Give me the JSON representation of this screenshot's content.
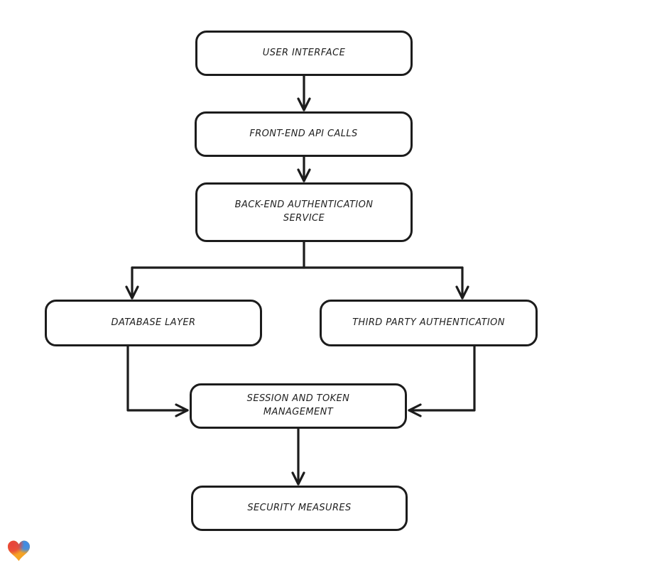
{
  "diagram": {
    "nodes": [
      {
        "id": "user-interface",
        "label": "USER INTERFACE"
      },
      {
        "id": "front-end-api-calls",
        "label": "FRONT-END API CALLS"
      },
      {
        "id": "back-end-authentication-service",
        "label": "BACK-END AUTHENTICATION\nSERVICE"
      },
      {
        "id": "database-layer",
        "label": "DATABASE LAYER"
      },
      {
        "id": "third-party-authentication",
        "label": "THIRD PARTY AUTHENTICATION"
      },
      {
        "id": "session-and-token-management",
        "label": "SESSION AND TOKEN\nMANAGEMENT"
      },
      {
        "id": "security-measures",
        "label": "SECURITY MEASURES"
      }
    ],
    "edges": [
      {
        "from": "user-interface",
        "to": "front-end-api-calls"
      },
      {
        "from": "front-end-api-calls",
        "to": "back-end-authentication-service"
      },
      {
        "from": "back-end-authentication-service",
        "to": "database-layer"
      },
      {
        "from": "back-end-authentication-service",
        "to": "third-party-authentication"
      },
      {
        "from": "database-layer",
        "to": "session-and-token-management"
      },
      {
        "from": "third-party-authentication",
        "to": "session-and-token-management"
      },
      {
        "from": "session-and-token-management",
        "to": "security-measures"
      }
    ],
    "colors": {
      "stroke": "#1c1c1c",
      "node_fill": "#ffffff",
      "background": "#ffffff"
    },
    "watermark": {
      "icon": "heart-icon",
      "colors": [
        "#E8433A",
        "#6FBF4B",
        "#3C8CE7",
        "#F5A324"
      ]
    }
  }
}
